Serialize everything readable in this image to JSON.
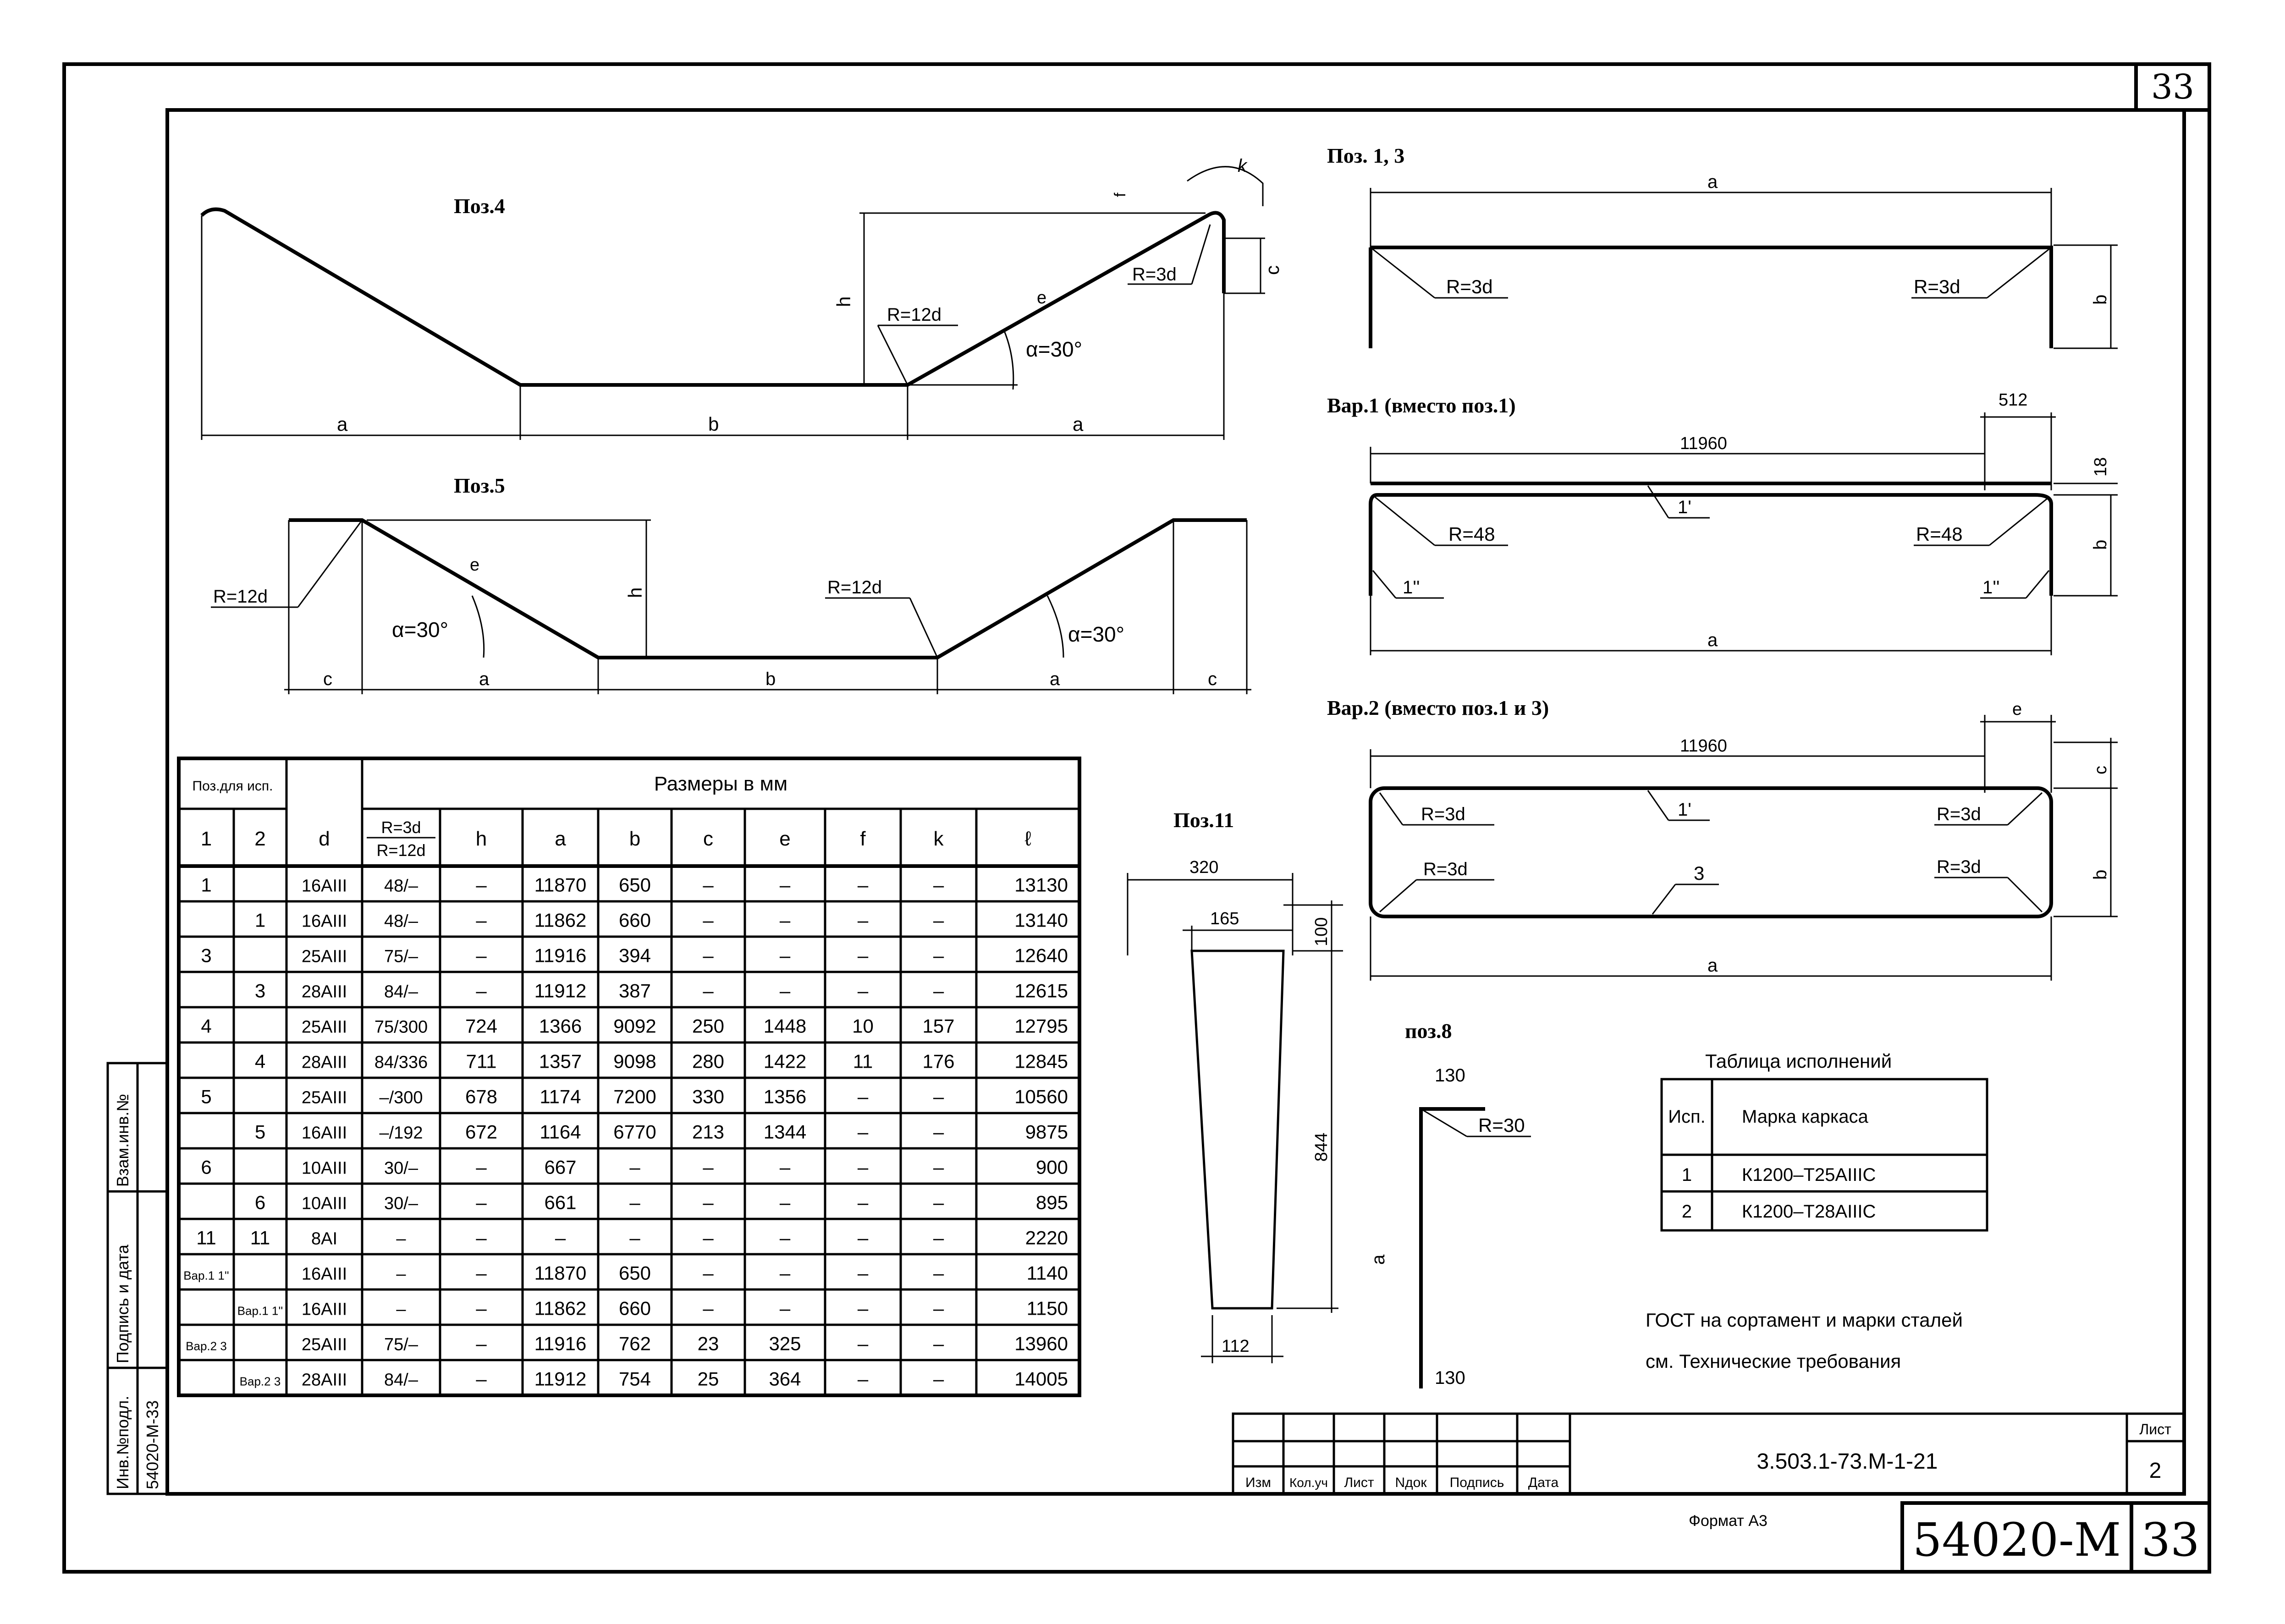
{
  "sheet": {
    "corner_number": "33",
    "designation": "3.503.1-73.М-1-21",
    "list_label": "Лист",
    "list_number": "2",
    "format_label": "Формат А3",
    "inventory_code": "54020-М",
    "inventory_page": "33",
    "stamp_headers": [
      "Изм",
      "Кол.уч",
      "Лист",
      "Nдок",
      "Подпись",
      "Дата"
    ],
    "side_labels": [
      "Взам.инв.№",
      "Подпись и дата",
      "Инв.№подл.",
      "54020-М-33"
    ]
  },
  "drawings": {
    "poz4": {
      "title": "Поз.4",
      "labels": {
        "a": "a",
        "b": "b",
        "c": "c",
        "h": "h",
        "e": "e",
        "f": "f",
        "k": "k",
        "r12": "R=12d",
        "r3": "R=3d",
        "alpha": "α=30°"
      }
    },
    "poz5": {
      "title": "Поз.5",
      "labels": {
        "a": "a",
        "b": "b",
        "c": "c",
        "h": "h",
        "e": "e",
        "r12": "R=12d",
        "alpha": "α=30°"
      }
    },
    "poz13": {
      "title": "Поз. 1, 3",
      "labels": {
        "a": "a",
        "b": "b",
        "r3": "R=3d"
      }
    },
    "var1": {
      "title": "Вар.1 (вместо поз.1)",
      "labels": {
        "len": "11960",
        "w": "512",
        "t": "18",
        "r": "R=48",
        "p1": "1'",
        "p2": "1''",
        "a": "a",
        "b": "b"
      }
    },
    "var2": {
      "title": "Вар.2 (вместо поз.1 и 3)",
      "labels": {
        "len": "11960",
        "e": "e",
        "c": "c",
        "r": "R=3d",
        "p1": "1'",
        "p3": "3",
        "a": "a",
        "b": "b"
      }
    },
    "poz11": {
      "title": "Поз.11",
      "labels": {
        "top": "320",
        "inner": "165",
        "h1": "100",
        "h2": "844",
        "bottom": "112"
      }
    },
    "poz8": {
      "title": "поз.8",
      "labels": {
        "top": "130",
        "r": "R=30",
        "a": "a",
        "bottom": "130"
      }
    }
  },
  "table": {
    "group_header": "Поз.для исп.",
    "sizes_header": "Размеры в мм",
    "col_headers": [
      "1",
      "2",
      "d",
      "R=3d / R=12d",
      "h",
      "a",
      "b",
      "c",
      "e",
      "f",
      "k",
      "ℓ"
    ],
    "rows": [
      [
        "1",
        "",
        "16AIII",
        "48/–",
        "–",
        "11870",
        "650",
        "–",
        "–",
        "–",
        "–",
        "13130"
      ],
      [
        "",
        "1",
        "16AIII",
        "48/–",
        "–",
        "11862",
        "660",
        "–",
        "–",
        "–",
        "–",
        "13140"
      ],
      [
        "3",
        "",
        "25AIII",
        "75/–",
        "–",
        "11916",
        "394",
        "–",
        "–",
        "–",
        "–",
        "12640"
      ],
      [
        "",
        "3",
        "28AIII",
        "84/–",
        "–",
        "11912",
        "387",
        "–",
        "–",
        "–",
        "–",
        "12615"
      ],
      [
        "4",
        "",
        "25AIII",
        "75/300",
        "724",
        "1366",
        "9092",
        "250",
        "1448",
        "10",
        "157",
        "12795"
      ],
      [
        "",
        "4",
        "28AIII",
        "84/336",
        "711",
        "1357",
        "9098",
        "280",
        "1422",
        "11",
        "176",
        "12845"
      ],
      [
        "5",
        "",
        "25AIII",
        "–/300",
        "678",
        "1174",
        "7200",
        "330",
        "1356",
        "–",
        "–",
        "10560"
      ],
      [
        "",
        "5",
        "16AIII",
        "–/192",
        "672",
        "1164",
        "6770",
        "213",
        "1344",
        "–",
        "–",
        "9875"
      ],
      [
        "6",
        "",
        "10AIII",
        "30/–",
        "–",
        "667",
        "–",
        "–",
        "–",
        "–",
        "–",
        "900"
      ],
      [
        "",
        "6",
        "10AIII",
        "30/–",
        "–",
        "661",
        "–",
        "–",
        "–",
        "–",
        "–",
        "895"
      ],
      [
        "11",
        "11",
        "8AI",
        "–",
        "–",
        "–",
        "–",
        "–",
        "–",
        "–",
        "–",
        "2220"
      ],
      [
        "Вар.1 1''",
        "",
        "16AIII",
        "–",
        "–",
        "11870",
        "650",
        "–",
        "–",
        "–",
        "–",
        "1140"
      ],
      [
        "",
        "Вар.1 1''",
        "16AIII",
        "–",
        "–",
        "11862",
        "660",
        "–",
        "–",
        "–",
        "–",
        "1150"
      ],
      [
        "Вар.2 3",
        "",
        "25AIII",
        "75/–",
        "–",
        "11916",
        "762",
        "23",
        "325",
        "–",
        "–",
        "13960"
      ],
      [
        "",
        "Вар.2 3",
        "28AIII",
        "84/–",
        "–",
        "11912",
        "754",
        "25",
        "364",
        "–",
        "–",
        "14005"
      ]
    ]
  },
  "variants": {
    "title": "Таблица исполнений",
    "headers": [
      "Исп.",
      "Марка каркаса"
    ],
    "rows": [
      [
        "1",
        "К1200–Т25АIIIС"
      ],
      [
        "2",
        "К1200–Т28АIIIС"
      ]
    ]
  },
  "notes": [
    "ГОСТ на сортамент и марки сталей",
    "см. Технические требования"
  ]
}
